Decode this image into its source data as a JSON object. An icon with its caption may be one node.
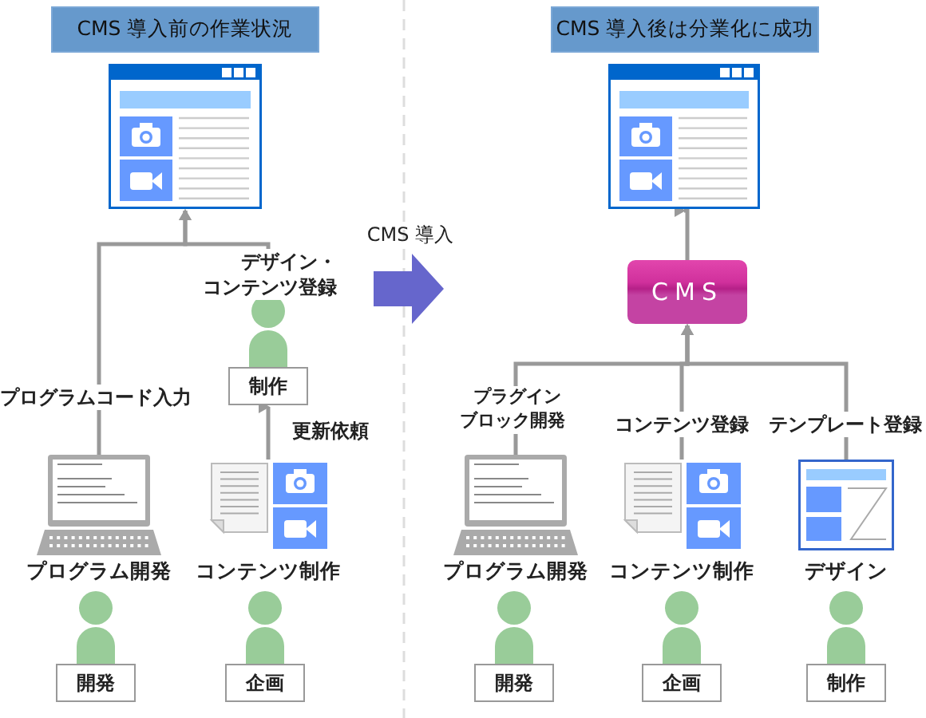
{
  "diagram": {
    "nodes": [
      {
        "text": [
          "CMS 導入前の作業状況"
        ]
      },
      {
        "text": [
          "CMS 導入後は分業化に成功"
        ]
      },
      {
        "text": [],
        "shape": "picture"
      },
      {
        "text": [],
        "shape": "picture"
      },
      {
        "text": [
          "CMS"
        ]
      },
      {
        "text": [
          "制作"
        ]
      },
      {
        "text": [
          "プログラム開発"
        ]
      },
      {
        "text": [
          "コンテンツ制作"
        ]
      },
      {
        "text": [
          "プログラム開発"
        ]
      },
      {
        "text": [
          "コンテンツ制作"
        ]
      },
      {
        "text": [
          "デザイン"
        ]
      },
      {
        "text": [
          "開発"
        ]
      },
      {
        "text": [
          "企画"
        ]
      },
      {
        "text": [
          "開発"
        ]
      },
      {
        "text": [
          "企画"
        ]
      },
      {
        "text": [
          "制作"
        ]
      }
    ],
    "edges": [
      {
        "from": 6,
        "to": 2,
        "arrow": "to",
        "label": "プログラムコード入力"
      },
      {
        "from": 5,
        "to": 2,
        "arrow": "to",
        "label": "デザイン・コンテンツ登録"
      },
      {
        "from": 7,
        "to": 5,
        "arrow": "to",
        "label": "更新依頼"
      },
      {
        "from": 4,
        "to": 3,
        "arrow": "to"
      },
      {
        "from": 8,
        "to": 4,
        "arrow": "to",
        "label": "プラグインブロック開発"
      },
      {
        "from": 9,
        "to": 4,
        "arrow": "to",
        "label": "コンテンツ登録"
      },
      {
        "from": 10,
        "to": 4,
        "arrow": "to",
        "label": "テンプレート登録"
      }
    ],
    "labels": [
      "CMS 導入"
    ]
  }
}
